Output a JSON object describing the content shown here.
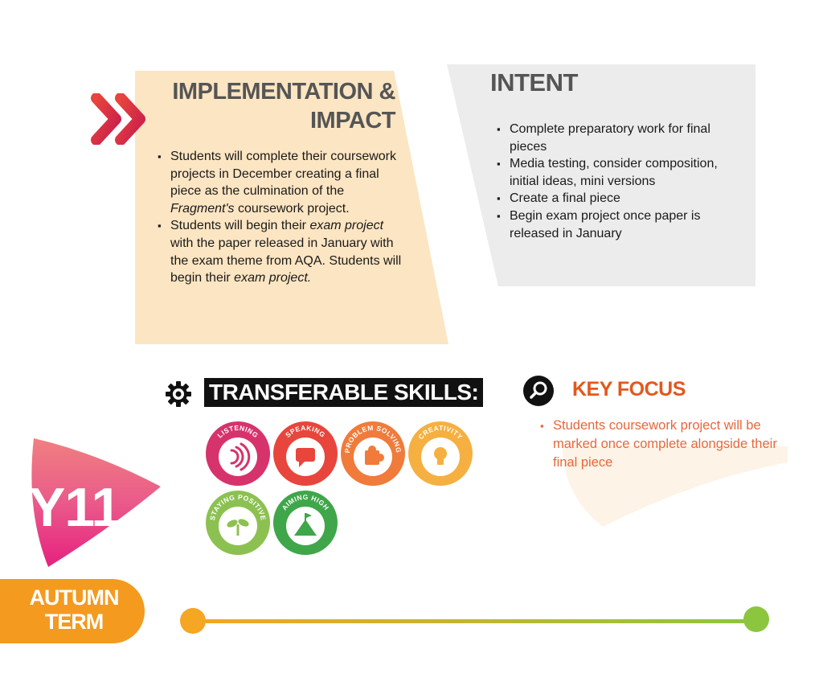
{
  "colors": {
    "accent_orange": "#f39a1f",
    "key_focus": "#e2581f",
    "intent_bg": "#ececec",
    "impl_bg": "#fce5c2"
  },
  "implementation": {
    "title_line1": "IMPLEMENTATION &",
    "title_line2": "IMPACT",
    "item1_a": "Students will complete their coursework projects in December creating a final piece as the culmination of the ",
    "item1_b": "Fragment's",
    "item1_c": " coursework project.",
    "item2_a": "Students will begin their ",
    "item2_b": "exam project",
    "item2_c": " with the paper released in January with the exam theme from AQA. Students will begin their ",
    "item2_d": "exam project.",
    "icon": "double-chevron-right-icon"
  },
  "intent": {
    "title": "INTENT",
    "items": [
      "Complete preparatory work for final pieces",
      "Media testing, consider composition, initial ideas, mini versions",
      "Create a final piece",
      "Begin exam project once paper is released in January"
    ]
  },
  "skills": {
    "title": "TRANSFERABLE SKILLS:",
    "icon": "gear-icon",
    "badges": [
      {
        "label": "LISTENING",
        "color": "#d6336c",
        "icon": "sound-waves-icon"
      },
      {
        "label": "SPEAKING",
        "color": "#e8453c",
        "icon": "speech-bubble-icon"
      },
      {
        "label": "PROBLEM SOLVING",
        "color": "#f07b3a",
        "icon": "puzzle-piece-icon"
      },
      {
        "label": "CREATIVITY",
        "color": "#f5b041",
        "icon": "lightbulb-icon"
      },
      {
        "label": "STAYING POSITIVE",
        "color": "#8cc152",
        "icon": "sprout-icon"
      },
      {
        "label": "AIMING HIGH",
        "color": "#3fa64a",
        "icon": "mountain-flag-icon"
      }
    ]
  },
  "key_focus": {
    "title": "KEY FOCUS",
    "icon": "magnifier-icon",
    "items": [
      "Students coursework project will be marked once complete alongside their final piece"
    ]
  },
  "year": {
    "label": "Y11"
  },
  "term": {
    "line1": "AUTUMN",
    "line2": "TERM"
  }
}
